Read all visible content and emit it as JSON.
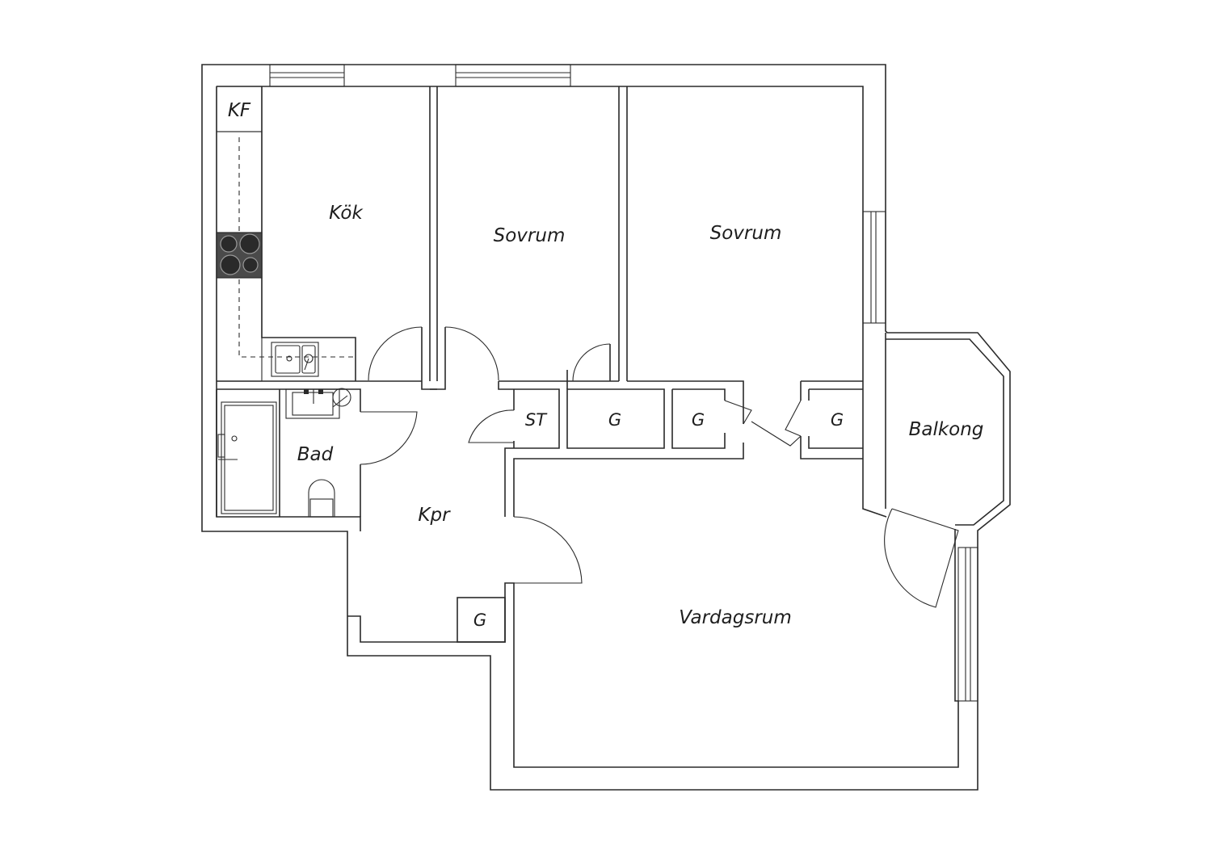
{
  "rooms": {
    "kf": "KF",
    "kok": "Kök",
    "sovrum_1": "Sovrum",
    "sovrum_2": "Sovrum",
    "bad": "Bad",
    "kpr": "Kpr",
    "st": "ST",
    "g_1": "G",
    "g_2": "G",
    "g_3": "G",
    "g_4": "G",
    "balkong": "Balkong",
    "vardagsrum": "Vardagsrum"
  }
}
